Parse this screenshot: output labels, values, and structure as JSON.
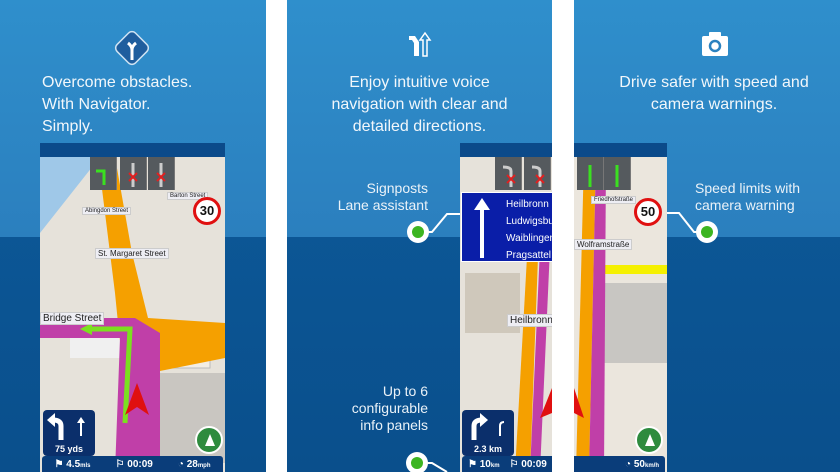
{
  "panels": [
    {
      "icon": "navigator-logo-icon",
      "title_lines": [
        "Overcome obstacles.",
        "With Navigator.",
        "Simply."
      ],
      "phone": {
        "streets": [
          "Barton Street",
          "Abingdon Street",
          "St. Margaret Street",
          "Bridge Street"
        ],
        "speed_limit": "30",
        "turn_distance": "75 yds",
        "info": {
          "distance": "4.5",
          "distance_unit": "mls",
          "time": "00:09",
          "speed": "28",
          "speed_unit": "mph"
        }
      }
    },
    {
      "icon": "lane-arrows-icon",
      "title_lines": [
        "Enjoy intuitive voice",
        "navigation with clear and",
        "detailed directions."
      ],
      "callouts": {
        "signposts": [
          "Signposts",
          "Lane assistant"
        ],
        "panels": [
          "Up to 6",
          "configurable",
          "info panels"
        ]
      },
      "phone": {
        "signpost": [
          "Heilbronn",
          "Ludwigsburg",
          "Waiblingen",
          "Pragsattel"
        ],
        "street": "Heilbronner Straße",
        "turn_distance": "2.3 km",
        "info": {
          "distance": "10",
          "distance_unit": "km",
          "time": "00:09",
          "speed": "50",
          "speed_unit": "km/h"
        }
      }
    },
    {
      "icon": "camera-icon",
      "title_lines": [
        "Drive safer with speed and",
        "camera warnings."
      ],
      "callouts": {
        "speed": [
          "Speed limits with",
          "camera warning"
        ]
      },
      "phone": {
        "streets": [
          "Friedhofstraße",
          "Wolframstraße"
        ],
        "speed_limit": "50"
      }
    }
  ],
  "colors": {
    "band": "#2f8fcc",
    "background": "#0d5d9e",
    "route": "#c03fa8",
    "road": "#f5a000",
    "accent": "#3cb521"
  }
}
